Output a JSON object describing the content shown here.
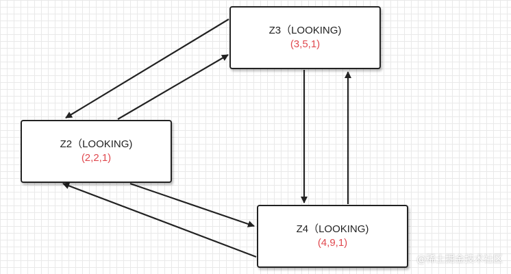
{
  "diagram": {
    "nodes": {
      "z3": {
        "title": "Z3（LOOKING)",
        "vote": "(3,5,1)"
      },
      "z2": {
        "title": "Z2（LOOKING)",
        "vote": "(2,2,1)"
      },
      "z4": {
        "title": "Z4（LOOKING)",
        "vote": "(4,9,1)"
      }
    },
    "edges": [
      {
        "from": "Z3",
        "to": "Z2"
      },
      {
        "from": "Z2",
        "to": "Z3"
      },
      {
        "from": "Z3",
        "to": "Z4"
      },
      {
        "from": "Z4",
        "to": "Z3"
      },
      {
        "from": "Z2",
        "to": "Z4"
      },
      {
        "from": "Z4",
        "to": "Z2"
      }
    ]
  },
  "colors": {
    "line": "#222222",
    "vote_text": "#e0484e",
    "grid": "#e9e9e9"
  },
  "watermark": "@稀土掘金技术社区"
}
